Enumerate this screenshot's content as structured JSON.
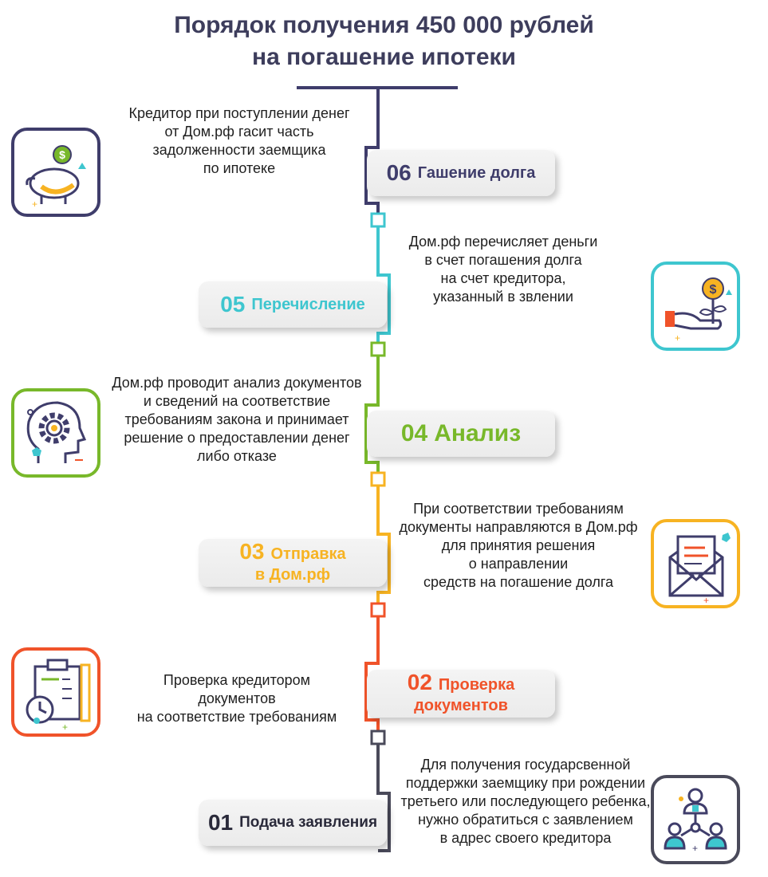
{
  "title": {
    "line1": "Порядок получения 450 000 рублей",
    "line2": "на погашение ипотеки"
  },
  "colors": {
    "step06": "#3f3d6b",
    "step05": "#3ec6cf",
    "step04": "#78b82a",
    "step03": "#f7b322",
    "step02": "#f0532a",
    "step01": "#4a4a5a"
  },
  "steps": [
    {
      "id": "06",
      "number": "06",
      "label": "Гашение долга",
      "description": [
        "Кредитор при поступлении денег",
        "от Дом.рф гасит часть",
        "задолженности заемщика",
        "по ипотеке"
      ],
      "icon": "piggy-bank-icon"
    },
    {
      "id": "05",
      "number": "05",
      "label": "Перечисление",
      "description": [
        "Дом.рф перечисляет деньги",
        "в счет погашения долга",
        "на счет кредитора,",
        "указанный в звлении"
      ],
      "icon": "hand-money-plant-icon"
    },
    {
      "id": "04",
      "number": "04",
      "label": "Анализ",
      "description": [
        "Дом.рф проводит анализ документов",
        "и сведений на соответствие",
        "требованиям закона и принимает",
        "решение о предоставлении денег",
        "либо отказе"
      ],
      "icon": "head-gear-icon"
    },
    {
      "id": "03",
      "number": "03",
      "label_line1": "Отправка",
      "label_line2": "в Дом.рф",
      "description": [
        "При соответствии требованиям",
        "документы направляются в Дом.рф",
        "для принятия решения",
        "о направлении",
        "средств на погашение долга"
      ],
      "icon": "envelope-letter-icon"
    },
    {
      "id": "02",
      "number": "02",
      "label_line1": "Проверка",
      "label_line2": "документов",
      "description": [
        "Проверка кредитором",
        "документов",
        "на соответствие требованиям"
      ],
      "icon": "clipboard-stopwatch-icon"
    },
    {
      "id": "01",
      "number": "01",
      "label": "Подача заявления",
      "description": [
        "Для получения государсвенной",
        "поддержки заемщику при рождении",
        "третьего или последующего ребенка,",
        "нужно обратиться с заявлением",
        "в адрес своего кредитора"
      ],
      "icon": "people-network-icon"
    }
  ]
}
